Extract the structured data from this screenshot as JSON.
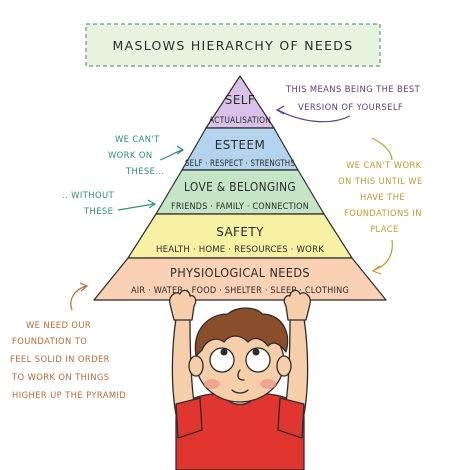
{
  "title": "MASLOWS HIERARCHY OF NEEDS",
  "tiers": [
    {
      "id": "self-actualisation",
      "label": "SELF",
      "sub": "ACTUALISATION",
      "color": "#d9c2ea"
    },
    {
      "id": "esteem",
      "label": "ESTEEM",
      "sub": "SELF · RESPECT · STRENGTHS",
      "color": "#b4d3ee"
    },
    {
      "id": "love-belonging",
      "label": "LOVE & BELONGING",
      "sub": "FRIENDS · FAMILY · CONNECTION",
      "color": "#c4e6c6"
    },
    {
      "id": "safety",
      "label": "SAFETY",
      "sub": "HEALTH · HOME · RESOURCES · WORK",
      "color": "#f7f1a4"
    },
    {
      "id": "physiological",
      "label": "PHYSIOLOGICAL NEEDS",
      "sub": "AIR · WATER · FOOD · SHELTER · SLEEP · CLOTHING",
      "color": "#fbd1b6"
    }
  ],
  "annotations": {
    "best_version": [
      "THIS MEANS BEING THE BEST",
      "VERSION OF YOURSELF"
    ],
    "cant_work": [
      "WE CAN'T",
      "WORK ON",
      "THESE..."
    ],
    "without_these": [
      ".. WITHOUT",
      "THESE"
    ],
    "cant_work_until": [
      "WE CAN'T WORK",
      "ON THIS UNTIL WE",
      "HAVE THE",
      "FOUNDATIONS IN",
      "PLACE"
    ],
    "foundation": [
      "WE NEED OUR",
      "FOUNDATION TO",
      "FEEL SOLID IN ORDER",
      "TO WORK ON THINGS",
      "HIGHER UP THE PYRAMID"
    ]
  },
  "colors": {
    "ink": "#2b2b2b",
    "purple_note": "#5b3c84",
    "teal_note": "#2e8f7c",
    "gold_note": "#c19a2c",
    "rust_note": "#b96a3a",
    "title_box": "#e7f2df",
    "title_border": "#6b9a6a",
    "shirt": "#e0362f",
    "hair": "#8a4e2a",
    "skin": "#f6cfaa"
  }
}
